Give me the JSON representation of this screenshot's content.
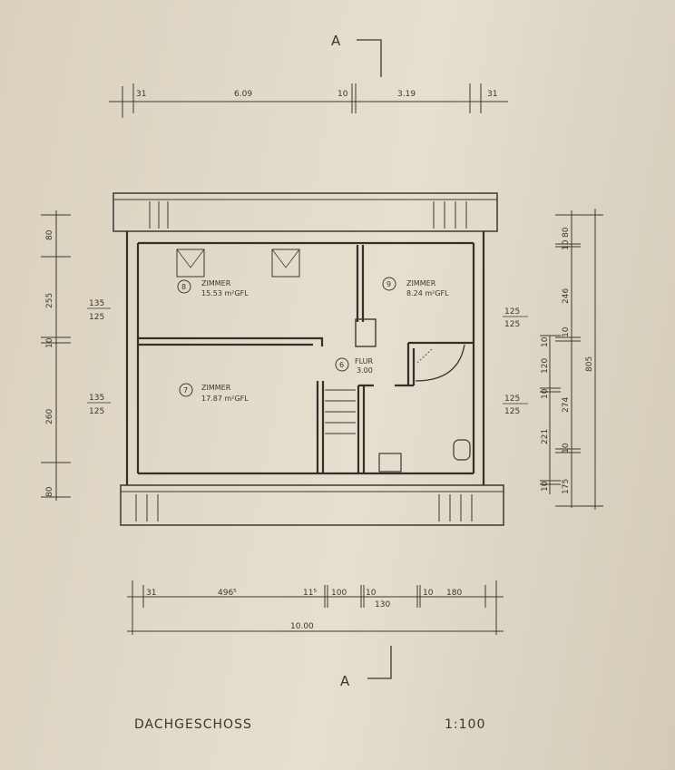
{
  "plan": {
    "title": "DACHGESCHOSS",
    "scale": "1:100",
    "section_marker_top": "A",
    "section_marker_bottom": "A",
    "colors": {
      "paper": "#e2dac9",
      "ink": "#33302c"
    }
  },
  "rooms": [
    {
      "number": "8",
      "name": "ZIMMER",
      "area": "15.53 m²GFL"
    },
    {
      "number": "9",
      "name": "ZIMMER",
      "area": "8.24 m²GFL"
    },
    {
      "number": "6",
      "name": "FLUR",
      "area": "3.00"
    },
    {
      "number": "7",
      "name": "ZIMMER",
      "area": "17.87 m²GFL"
    }
  ],
  "dimensions": {
    "top": [
      "31",
      "6.09",
      "10",
      "3.19",
      "31"
    ],
    "bottom": [
      "31",
      "496⁵",
      "11⁵",
      "100",
      "10",
      "130",
      "10",
      "180"
    ],
    "bottom_total": "10.00",
    "left": [
      "80",
      "255",
      "10",
      "260",
      "80"
    ],
    "left_windows": [
      "135",
      "125",
      "135",
      "125"
    ],
    "right_windows": [
      "125",
      "125",
      "125",
      "125"
    ],
    "right_inner": [
      "10",
      "120",
      "10",
      "221",
      "10"
    ],
    "right_outer": [
      "80",
      "10",
      "246",
      "10",
      "274",
      "10",
      "175"
    ],
    "right_total": "805"
  }
}
